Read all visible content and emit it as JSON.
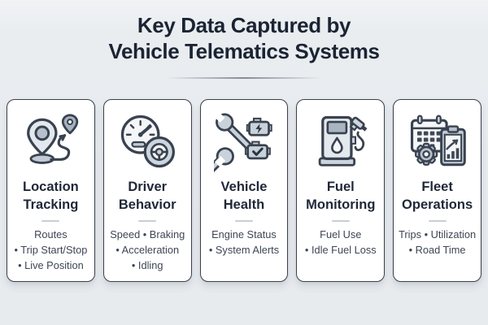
{
  "header": {
    "title_line1": "Key Data Captured by",
    "title_line2": "Vehicle Telematics Systems"
  },
  "cards": [
    {
      "title": "Location Tracking",
      "icon": "location-pin-route-icon",
      "items": [
        "Routes",
        "• Trip Start/Stop",
        "• Live Position"
      ]
    },
    {
      "title": "Driver Behavior",
      "icon": "speedometer-steering-wheel-icon",
      "items": [
        "Speed • Braking",
        "• Acceleration",
        "• Idling"
      ]
    },
    {
      "title": "Vehicle Health",
      "icon": "wrench-engine-icon",
      "items": [
        "Engine Status",
        "• System Alerts"
      ]
    },
    {
      "title": "Fuel Monitoring",
      "icon": "fuel-pump-icon",
      "items": [
        "Fuel Use",
        "• Idle Fuel Loss"
      ]
    },
    {
      "title": "Fleet Operations",
      "icon": "calendar-gear-chart-icon",
      "items": [
        "Trips • Utilization",
        "• Road Time"
      ]
    }
  ],
  "colors": {
    "background": "#e9edf0",
    "card_background": "#ffffff",
    "card_border": "#39414f",
    "title_text": "#1b2433",
    "body_text": "#3d4554",
    "icon_stroke": "#39424f",
    "icon_fill_light": "#e3e8ee",
    "icon_fill_medium": "#b7c1cd"
  }
}
